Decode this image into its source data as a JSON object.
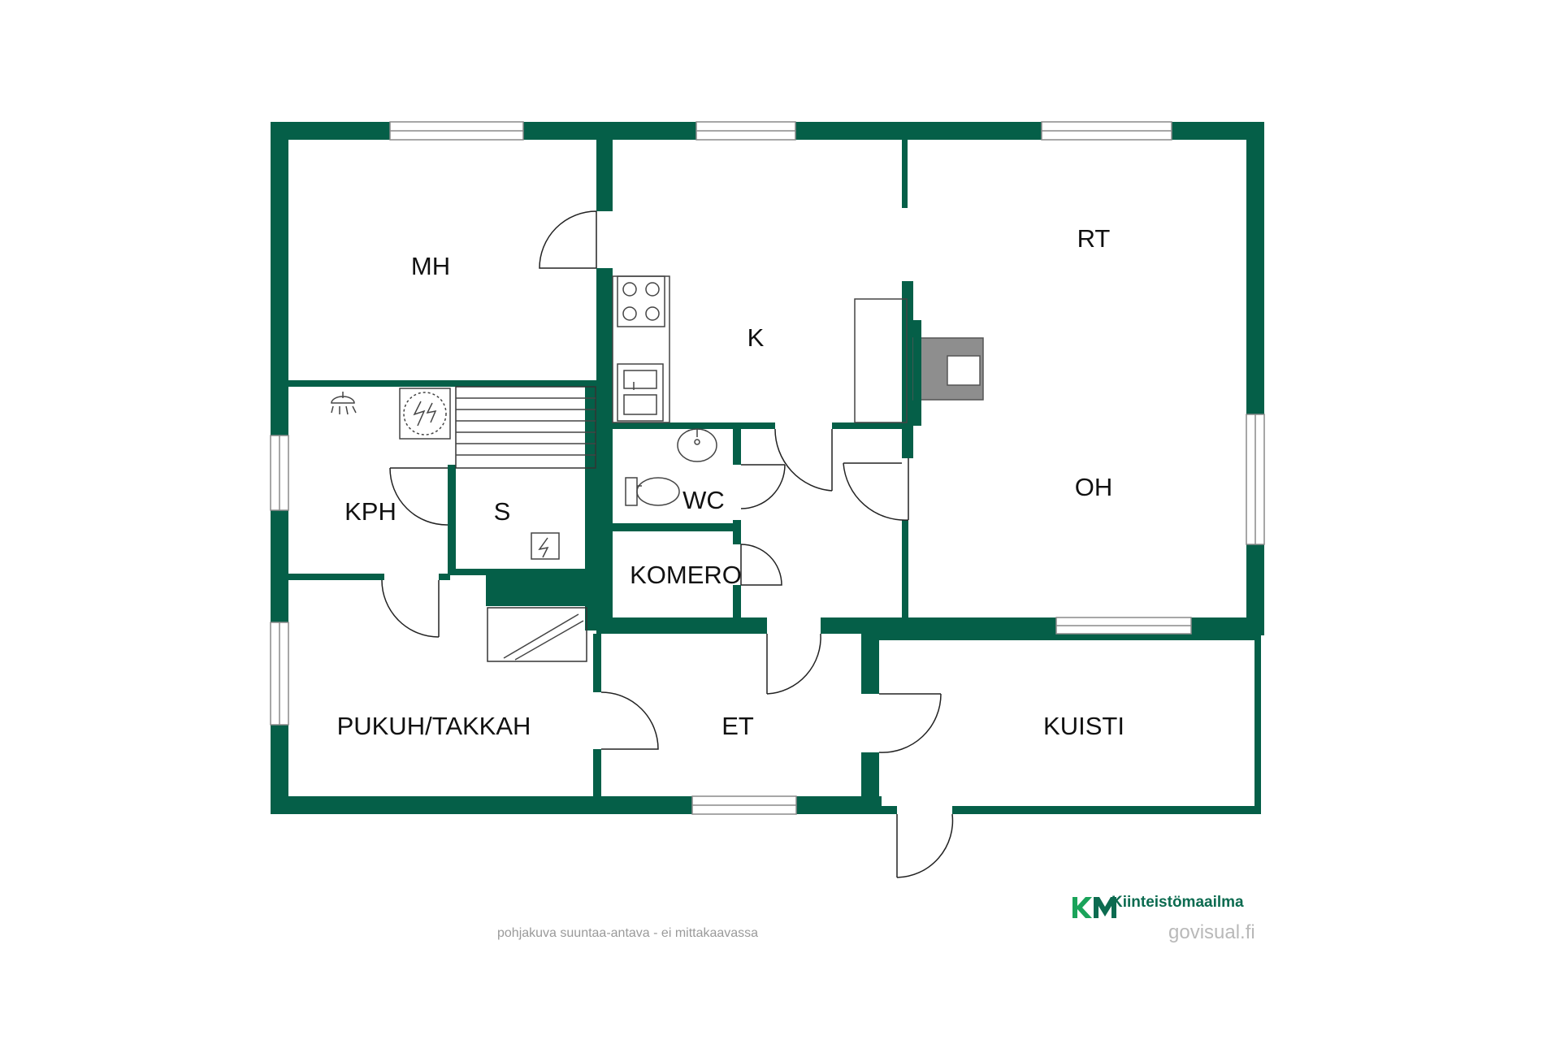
{
  "floorplan": {
    "colors": {
      "wall": "#055f48",
      "fixture": "#444444",
      "window": "#9a9a9a",
      "brand": "#0c6b50"
    },
    "rooms": {
      "mh": "MH",
      "k": "K",
      "rt": "RT",
      "oh": "OH",
      "kph": "KPH",
      "s": "S",
      "wc": "WC",
      "komero": "KOMERO",
      "pukuh_takkah": "PUKUH/TAKKAH",
      "et": "ET",
      "kuisti": "KUISTI"
    }
  },
  "footer": {
    "note": "pohjakuva suuntaa-antava - ei mittakaavassa",
    "brand_initials": "KM",
    "brand_name": "Kiinteistömaailma",
    "credit": "govisual.fi"
  }
}
